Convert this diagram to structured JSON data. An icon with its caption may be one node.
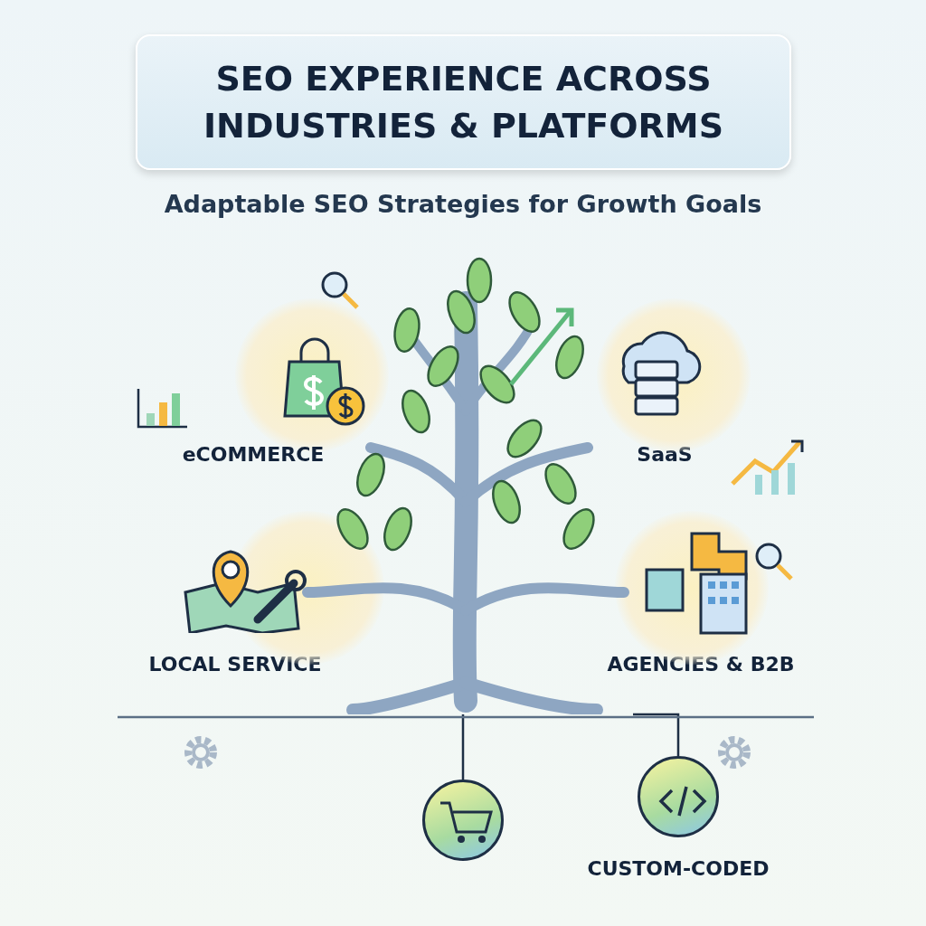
{
  "diagram": {
    "title": "SEO EXPERIENCE ACROSS INDUSTRIES & PLATFORMS",
    "nodes": [
      {
        "text": [],
        "shape": "picture"
      },
      {
        "text": [],
        "shape": "circle"
      },
      {
        "text": [
          "CUSTOM-CODED"
        ]
      }
    ],
    "edges": [
      {
        "from": 0,
        "to": 1,
        "arrow": "none"
      },
      {
        "from": 0,
        "to": 2,
        "arrow": "none"
      }
    ],
    "labels": [
      "Adaptable SEO Strategies for Growth Goals",
      "eCOMMERCE",
      "SaaS",
      "LOCAL SERVICE",
      "AGENCIES & B2B"
    ]
  }
}
